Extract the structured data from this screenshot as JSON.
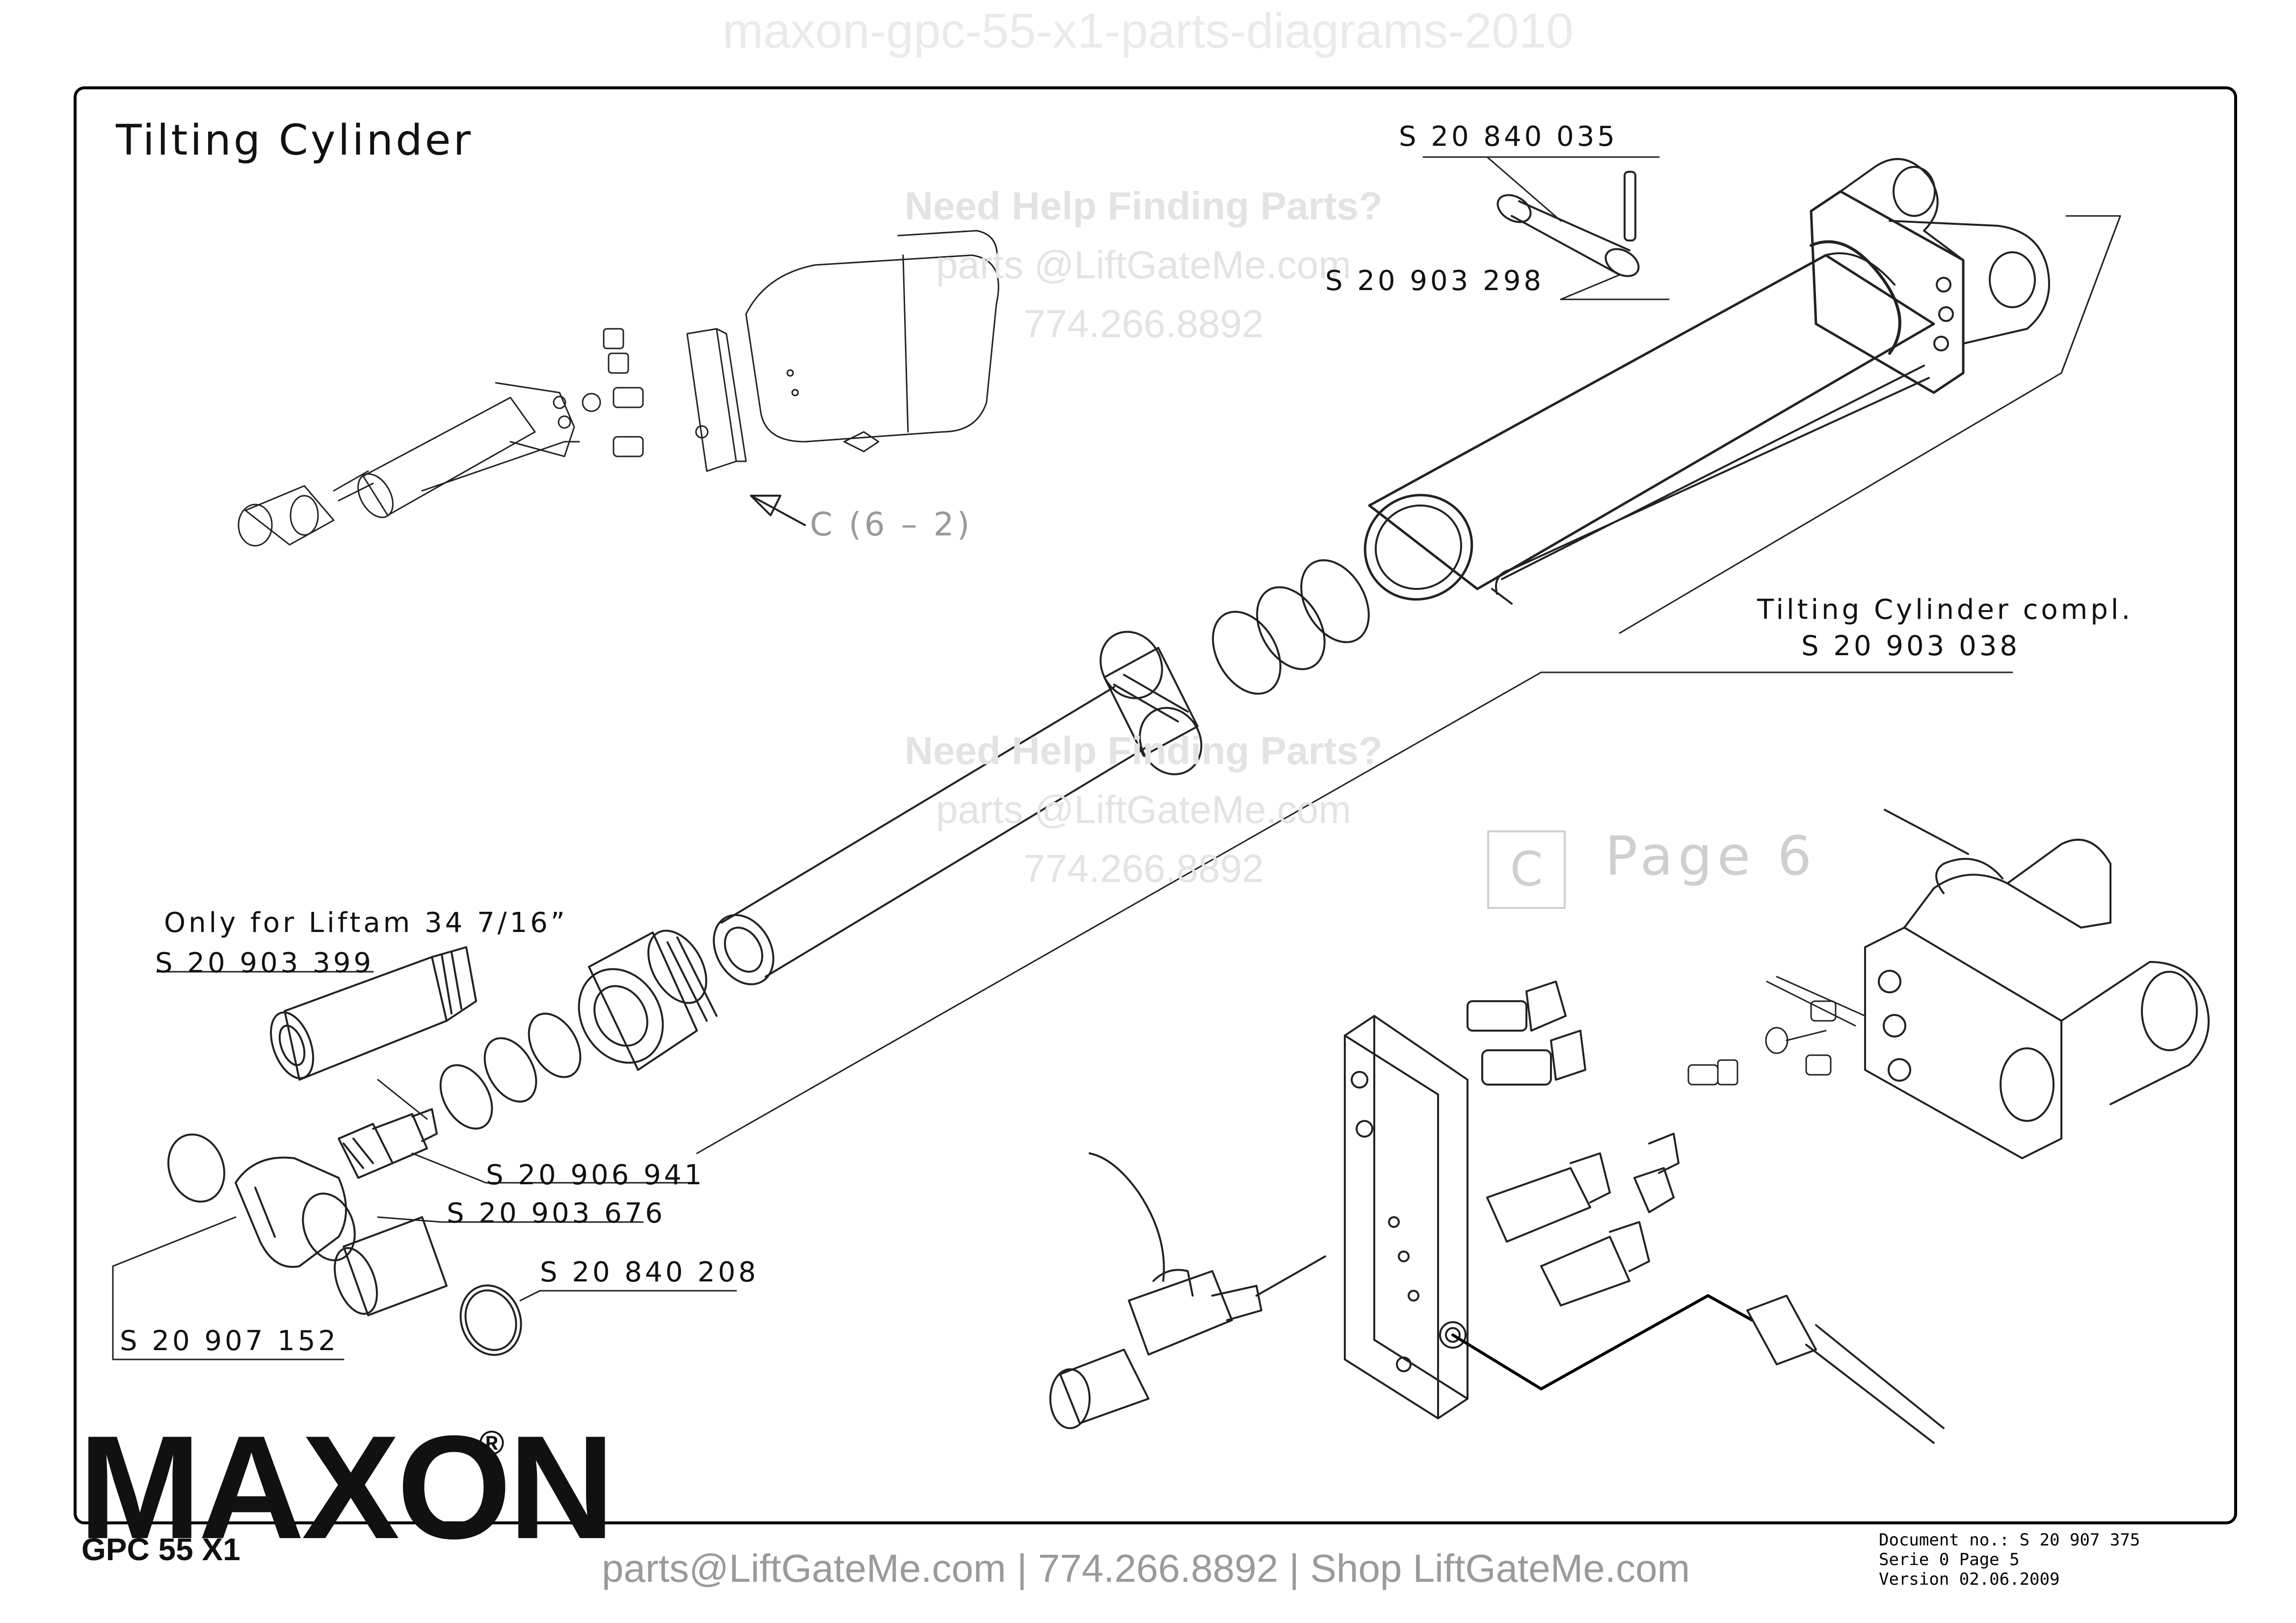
{
  "watermark": "maxon-gpc-55-x1-parts-diagrams-2010",
  "title": "Tilting Cylinder",
  "help_blocks": [
    {
      "heading": "Need Help Finding Parts?",
      "email": "parts @LiftGateMe.com",
      "phone": "774.266.8892"
    },
    {
      "heading": "Need Help Finding Parts?",
      "email": "parts @LiftGateMe.com",
      "phone": "774.266.8892"
    }
  ],
  "callouts": {
    "pin": "S 20 840 035",
    "bolt": "S  20 903 298",
    "cylinder_name": "Tilting Cylinder compl.",
    "cylinder_part": "S 20 903 038",
    "liftam_note": "Only for Liftam 34 7/16”",
    "liftam_part": "S 20 903 399",
    "fitting": "S 20 906 941",
    "nipple": "S 20 903 676",
    "oring": "S 20 840 208",
    "elbow": "S 20 907 152"
  },
  "ref_c": "C (6 – 2)",
  "page_ref": {
    "box": "C",
    "label": "Page 6"
  },
  "brand": {
    "logo": "MAXON",
    "registered": "®",
    "model": "GPC 55 X1"
  },
  "document": {
    "number": "Document no.: S 20 907 375",
    "serie": "Serie 0 Page 5",
    "version": "Version 02.06.2009"
  },
  "footer": "parts@LiftGateMe.com | 774.266.8892 | Shop LiftGateMe.com"
}
